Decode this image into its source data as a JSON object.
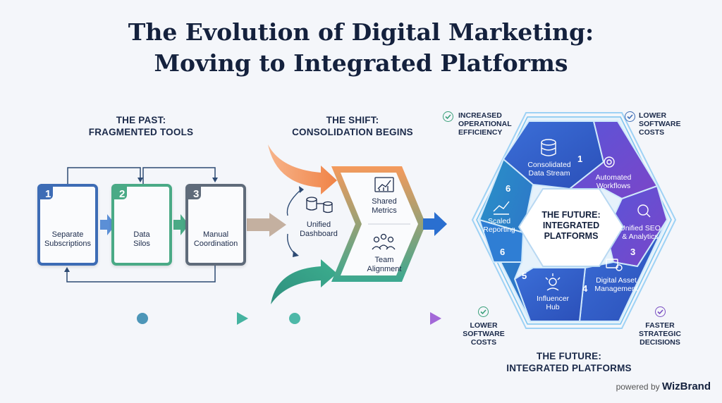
{
  "title": {
    "line1": "The Evolution of Digital Marketing:",
    "line2": "Moving to Integrated Platforms"
  },
  "past": {
    "heading_line1": "THE PAST:",
    "heading_line2": "FRAGMENTED TOOLS",
    "steps": [
      {
        "num": "1",
        "line1": "Separate",
        "line2": "Subscriptions",
        "icon": "browser-gear-icon",
        "color": "#3d6cb5"
      },
      {
        "num": "2",
        "line1": "Data",
        "line2": "Silos",
        "icon": "database-icon",
        "color": "#4aaa86"
      },
      {
        "num": "3",
        "line1": "Manual",
        "line2": "Coordination",
        "icon": "browser-cursor-icon",
        "color": "#5f6b7a"
      }
    ]
  },
  "shift": {
    "heading_line1": "THE SHIFT:",
    "heading_line2": "CONSOLIDATION BEGINS",
    "dashboard": {
      "line1": "Unified",
      "line2": "Dashboard",
      "icon": "database-network-icon"
    },
    "metrics": {
      "line1": "Shared",
      "line2": "Metrics",
      "icon": "bar-chart-icon"
    },
    "team": {
      "line1": "Team",
      "line2": "Alignment",
      "icon": "team-icon"
    }
  },
  "future": {
    "center_line1": "THE FUTURE:",
    "center_line2": "INTEGRATED",
    "center_line3": "PLATFORMS",
    "bottom_line1": "THE FUTURE:",
    "bottom_line2": "INTEGRATED PLATFORMS",
    "segments": [
      {
        "line1": "Consolidated",
        "line2": "Data Stream",
        "num": "1",
        "icon": "database-sync-icon"
      },
      {
        "line1": "Automated",
        "line2": "Workflows",
        "icon": "gear-icon"
      },
      {
        "line1": "Unified SEO",
        "line2": "& Analytics",
        "num": "3",
        "icon": "search-chart-icon"
      },
      {
        "line1": "Digital Asset",
        "line2": "Management",
        "num": "4",
        "icon": "image-gear-icon"
      },
      {
        "line1": "Influencer",
        "line2": "Hub",
        "num": "5",
        "icon": "influencer-icon"
      },
      {
        "line1": "Scaled",
        "line2": "Reporting",
        "num": "6",
        "icon": "line-chart-icon"
      }
    ],
    "extra_num": "6"
  },
  "benefits": [
    {
      "line1": "INCREASED",
      "line2": "OPERATIONAL",
      "line3": "EFFICIENCY",
      "color": "#3aa07a"
    },
    {
      "line1": "LOWER",
      "line2": "SOFTWARE",
      "line3": "COSTS",
      "color": "#3d6cb5"
    },
    {
      "line1": "LOWER",
      "line2": "SOFTWARE",
      "line3": "COSTS",
      "color": "#3aa07a"
    },
    {
      "line1": "FASTER",
      "line2": "STRATEGIC",
      "line3": "DECISIONS",
      "color": "#7a4fc2"
    }
  ],
  "footer": {
    "powered": "powered by",
    "brand": "WizBrand"
  }
}
